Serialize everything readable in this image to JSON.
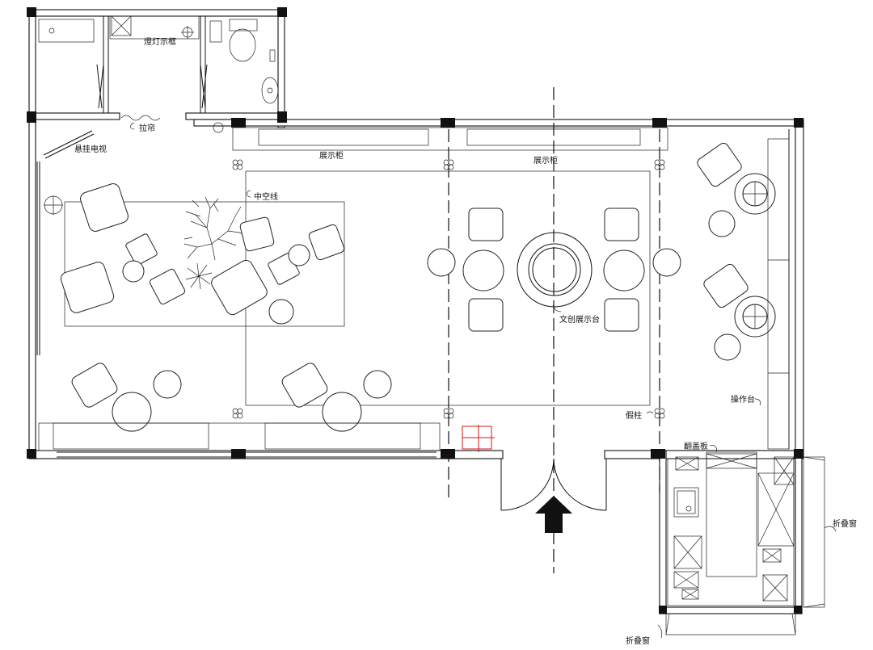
{
  "labels": {
    "light_box": "燈灯示框",
    "curtain": "拉帘",
    "tv": "悬挂电视",
    "void_line": "中空线",
    "display_cabinet_left": "展示柜",
    "display_cabinet_right": "展示柜",
    "creative_table": "文创展示台",
    "fake_column": "假柱",
    "workbench": "操作台",
    "flip_board": "翻盖板",
    "folding_window_right": "折叠窗",
    "folding_window_bottom": "折叠窗"
  },
  "colors": {
    "line": "#111111",
    "marker": "#d21a1a"
  },
  "icons": {
    "entrance": "entrance-arrow-icon",
    "marker": "red-cross-marker-icon"
  }
}
